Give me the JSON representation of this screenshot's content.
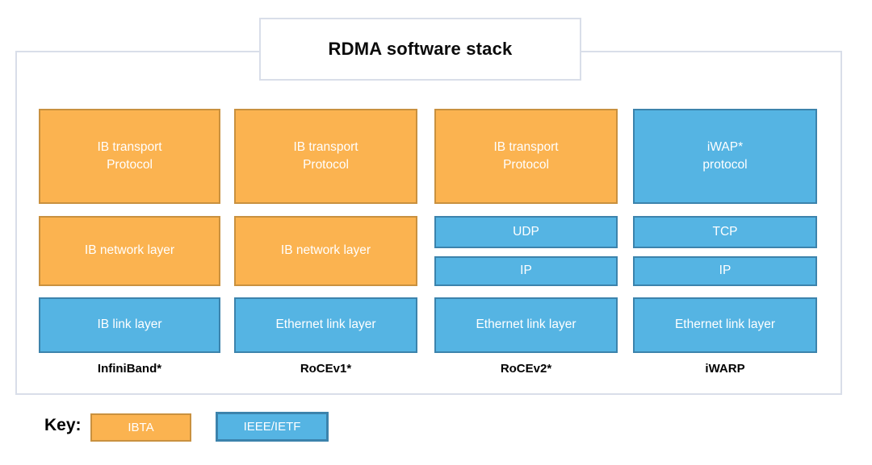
{
  "title": "RDMA software stack",
  "colors": {
    "ibta_fill": "#FBB350",
    "ibta_border": "#C9913F",
    "ieee_fill": "#55B4E3",
    "ieee_border": "#3C83AC",
    "frame_border": "#D9DEE9"
  },
  "columns": [
    {
      "label": "InfiniBand*",
      "blocks": [
        {
          "lines": [
            "IB transport",
            "Protocol"
          ],
          "org": "IBTA"
        },
        {
          "lines": [
            "IB network layer"
          ],
          "org": "IBTA"
        },
        {
          "lines": [
            "IB link layer"
          ],
          "org": "IEEE/IETF"
        }
      ]
    },
    {
      "label": "RoCEv1*",
      "blocks": [
        {
          "lines": [
            "IB transport",
            "Protocol"
          ],
          "org": "IBTA"
        },
        {
          "lines": [
            "IB network layer"
          ],
          "org": "IBTA"
        },
        {
          "lines": [
            "Ethernet link layer"
          ],
          "org": "IEEE/IETF"
        }
      ]
    },
    {
      "label": "RoCEv2*",
      "blocks": [
        {
          "lines": [
            "IB transport",
            "Protocol"
          ],
          "org": "IBTA"
        },
        {
          "lines": [
            "UDP"
          ],
          "org": "IEEE/IETF"
        },
        {
          "lines": [
            "IP"
          ],
          "org": "IEEE/IETF"
        },
        {
          "lines": [
            "Ethernet link layer"
          ],
          "org": "IEEE/IETF"
        }
      ]
    },
    {
      "label": "iWARP",
      "blocks": [
        {
          "lines": [
            "iWAP*",
            "protocol"
          ],
          "org": "IEEE/IETF"
        },
        {
          "lines": [
            "TCP"
          ],
          "org": "IEEE/IETF"
        },
        {
          "lines": [
            "IP"
          ],
          "org": "IEEE/IETF"
        },
        {
          "lines": [
            "Ethernet link layer"
          ],
          "org": "IEEE/IETF"
        }
      ]
    }
  ],
  "key": {
    "label": "Key:",
    "items": [
      {
        "label": "IBTA",
        "org": "IBTA"
      },
      {
        "label": "IEEE/IETF",
        "org": "IEEE/IETF"
      }
    ]
  }
}
